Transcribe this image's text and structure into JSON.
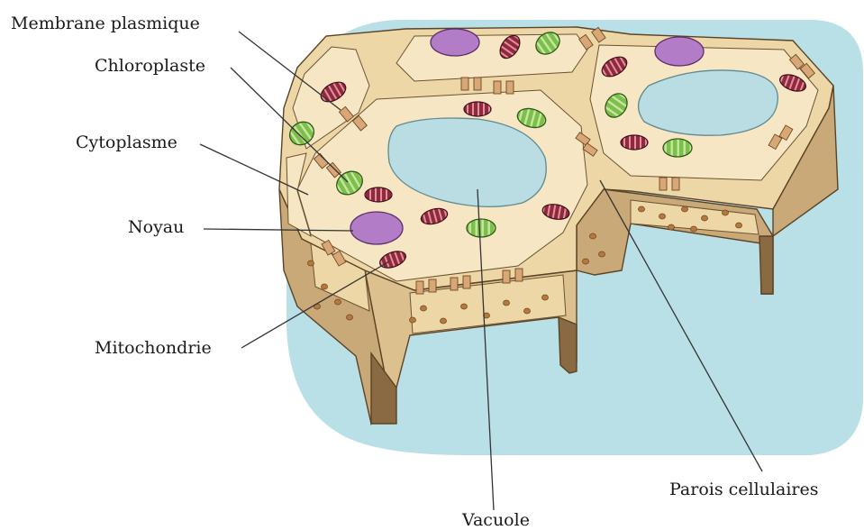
{
  "labels": {
    "membrane": "Membrane plasmique",
    "chloroplast": "Chloroplaste",
    "cytoplasm": "Cytoplasme",
    "nucleus": "Noyau",
    "mitochondrion": "Mitochondrie",
    "walls": "Parois cellulaires",
    "vacuole": "Vacuole"
  },
  "colors": {
    "background_blob": "#b9e0e6",
    "cytoplasm": "#f6e6c4",
    "wall_light": "#eed7a6",
    "wall_side": "#c9a978",
    "wall_dark": "#8a6a42",
    "vacuole": "#b9dde2",
    "nucleus": "#b27cc7",
    "chloroplast": "#7cbf4a",
    "mitochondrion": "#8e2a3b",
    "granule": "#b7783b"
  }
}
